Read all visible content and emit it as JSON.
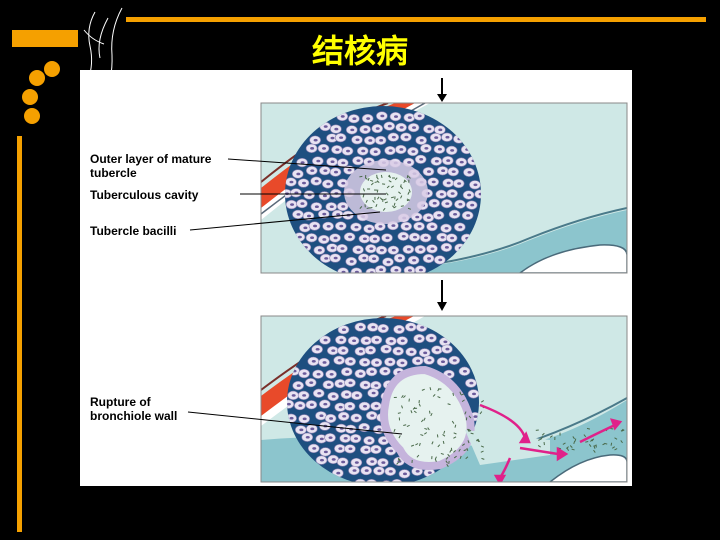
{
  "slide": {
    "title": "结核病"
  },
  "figure": {
    "labels": {
      "outer_layer": "Outer layer of mature\ntubercle",
      "cavity": "Tuberculous cavity",
      "bacilli": "Tubercle bacilli",
      "rupture": "Rupture of\nbronchiole wall"
    }
  },
  "colors": {
    "title": "#ffff00",
    "accent_bar": "#f5a000",
    "vessel": "#e84a2a",
    "tissue": "#cfe8e6",
    "bronchiole": "#8cc5cd",
    "cell_fill": "#e8e3f2",
    "cell_border": "#1a4d7a",
    "arrow_magenta": "#e0218a"
  }
}
